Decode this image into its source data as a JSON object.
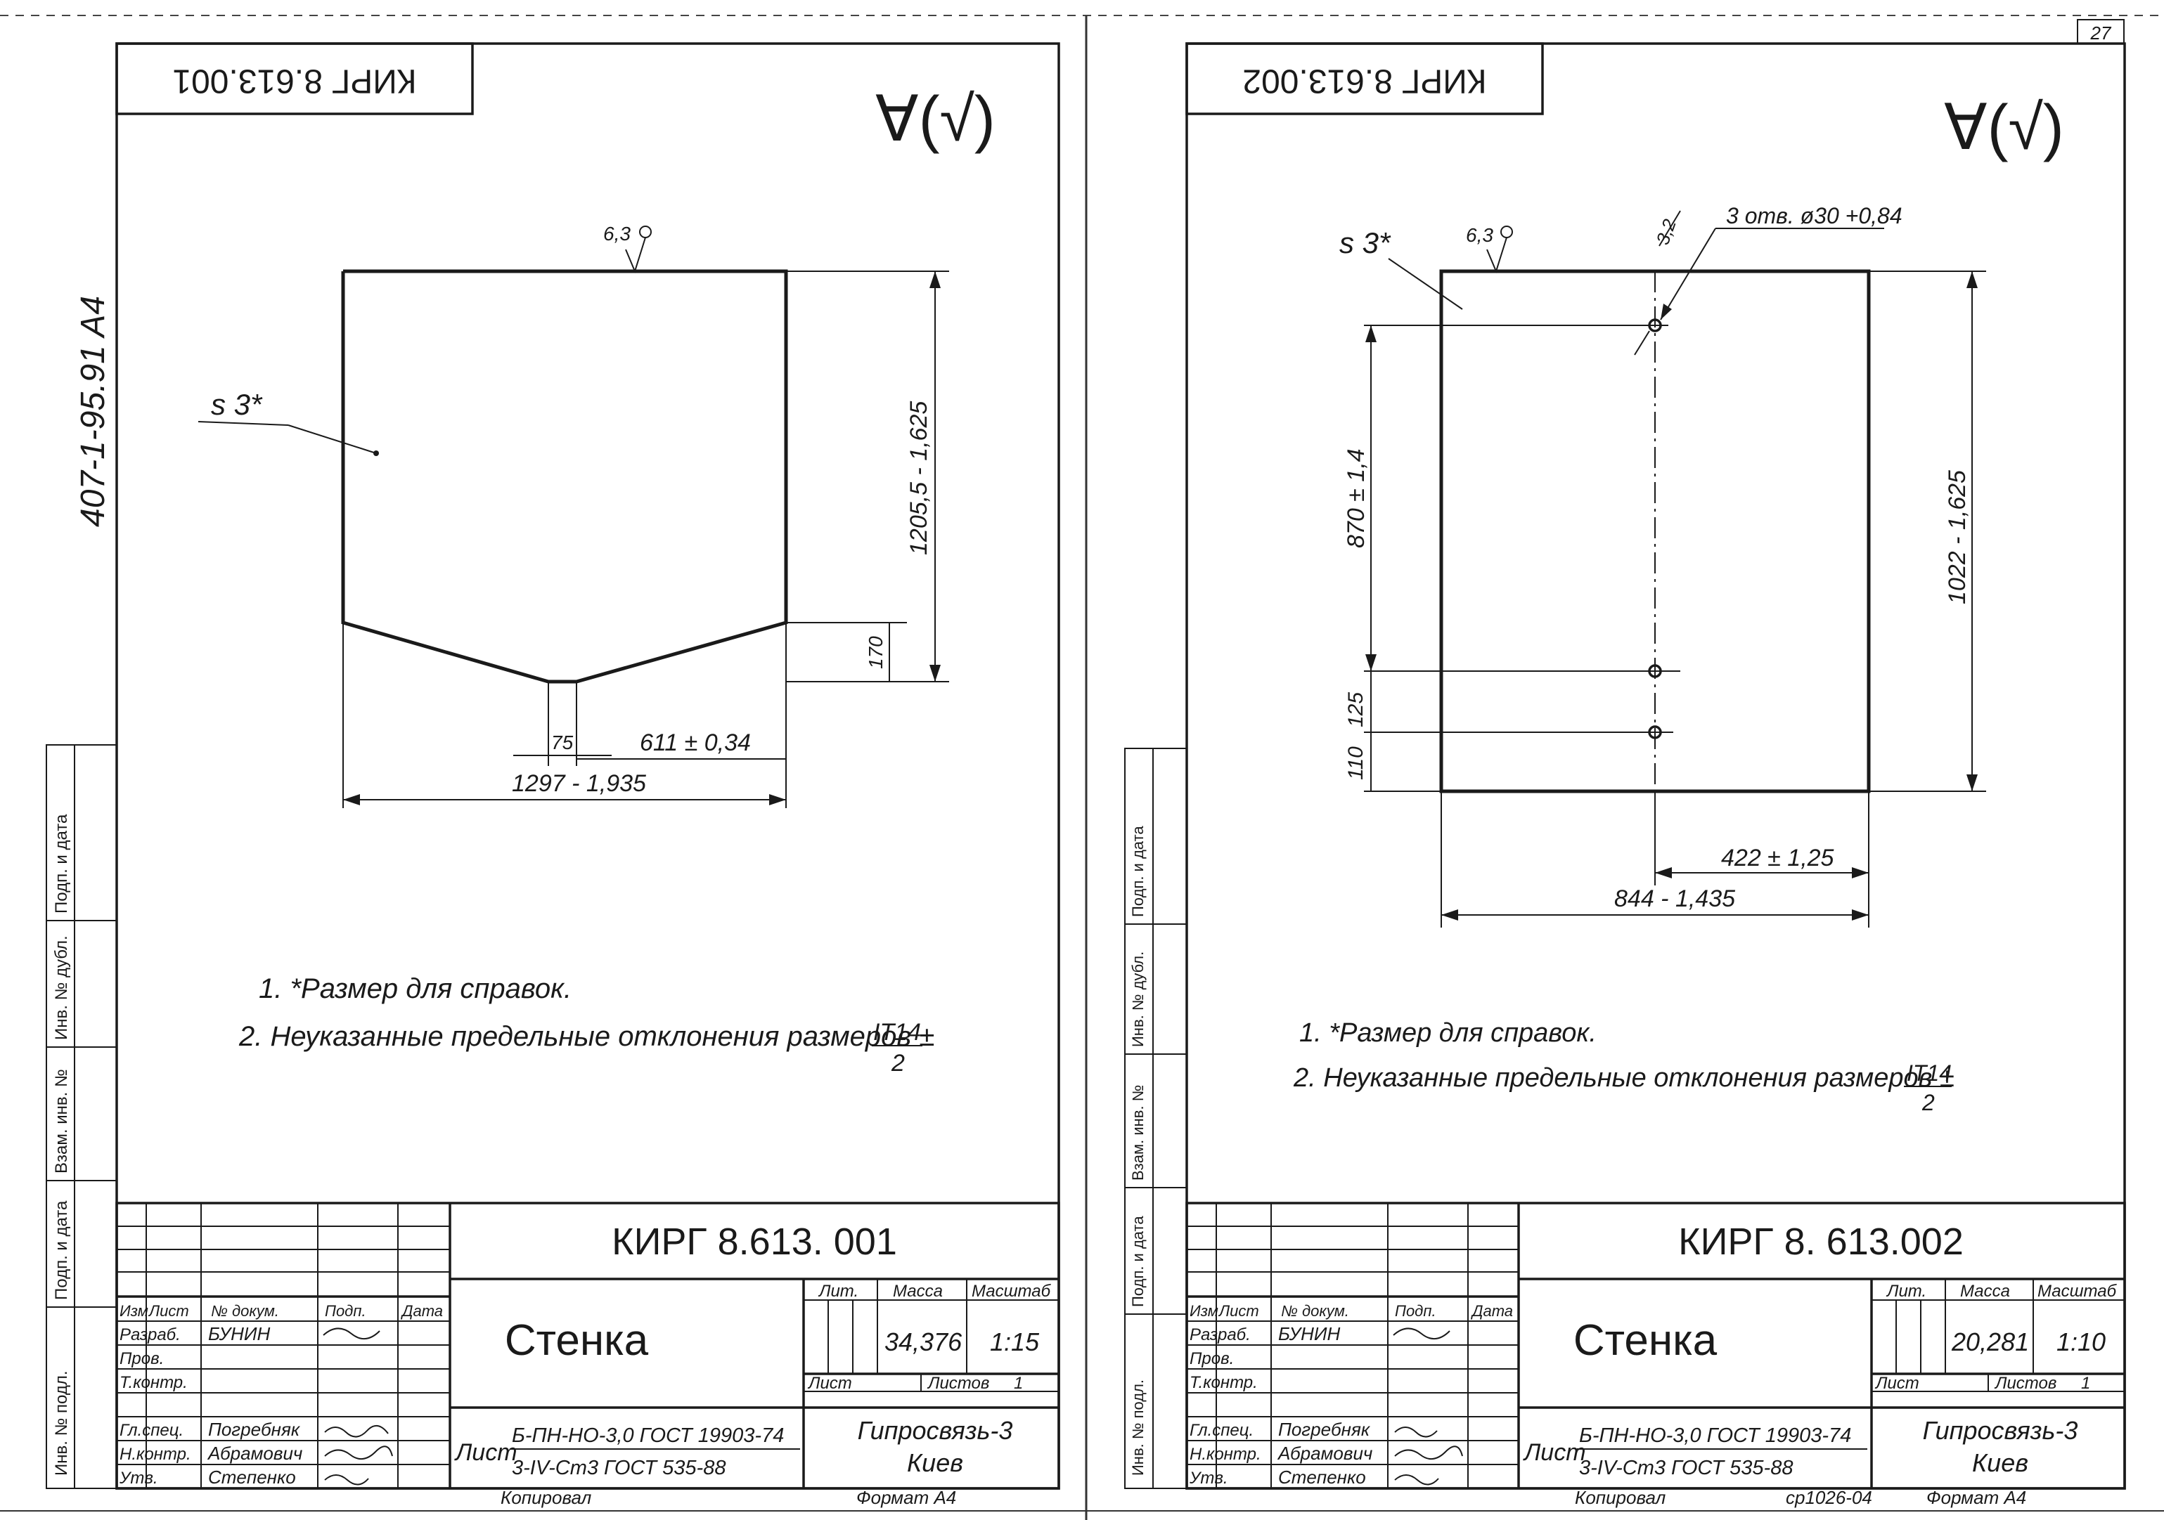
{
  "page_number": "27",
  "side_code": "407-1-95.91  A4",
  "left_margin_labels": [
    "Инв. № подл.",
    "Подп. и дата",
    "Взам. инв. №",
    "Инв. № дубл.",
    "Подп. и дата"
  ],
  "surface_mark": "∀(√)",
  "sheets": [
    {
      "id": "left",
      "top_code": "КИРГ 8.613.001",
      "material_note": "s 3*",
      "roughness_label": "6,3",
      "dimensions": {
        "height": "1205,5 - 1,625",
        "side": "170",
        "width": "1297 - 1,935",
        "gap": "75",
        "offset": "611 ± 0,34"
      },
      "notes": [
        "1. *Размер для справок.",
        "2. Неуказанные предельные отклонения размеров ±",
        "IT14",
        "2"
      ],
      "title_block": {
        "code": "КИРГ 8.613. 001",
        "name": "Стенка",
        "headers": [
          "Изм",
          "Лист",
          "№ докум.",
          "Подп.",
          "Дата"
        ],
        "roles": [
          "Разраб.",
          "Пров.",
          "Т.контр.",
          "Гл.спец.",
          "Н.контр.",
          "Утв."
        ],
        "names": [
          "БУНИН",
          "",
          "",
          "Погребняк",
          "Абрамович",
          "Степенко"
        ],
        "lit_label": "Лит.",
        "mass_label": "Масса",
        "scale_label": "Масштаб",
        "mass": "34,376",
        "scale": "1:15",
        "sheet_label": "Лист",
        "sheets_label": "Листов",
        "sheets_count": "1",
        "material_prefix": "Лист",
        "material_line1": "Б-ПН-НО-3,0 ГОСТ 19903-74",
        "material_line2": "3-IV-Ст3 ГОСТ 535-88",
        "org_line1": "Гипросвязь-3",
        "org_line2": "Киев",
        "bottom_left": "Копировал",
        "bottom_right": "Формат  А4"
      }
    },
    {
      "id": "right",
      "top_code": "КИРГ 8.613.002",
      "material_note": "s 3*",
      "roughness_label": "6,3",
      "hole_callout": "3 отв. ø30 +0,84",
      "hole_roughness": "3,2",
      "dimensions": {
        "vertical_hole": "870 ± 1,4",
        "height": "1022 - 1,625",
        "spacing": "125",
        "bottom": "110",
        "half_width": "422 ± 1,25",
        "width": "844 - 1,435"
      },
      "notes": [
        "1. *Размер для справок.",
        "2. Неуказанные предельные отклонения размеров ±",
        "IT14",
        "2"
      ],
      "title_block": {
        "code": "КИРГ 8. 613.002",
        "name": "Стенка",
        "headers": [
          "Изм",
          "Лист",
          "№ докум.",
          "Подп.",
          "Дата"
        ],
        "roles": [
          "Разраб.",
          "Пров.",
          "Т.контр.",
          "Гл.спец.",
          "Н.контр.",
          "Утв."
        ],
        "names": [
          "БУНИН",
          "",
          "",
          "Погребняк",
          "Абрамович",
          "Степенко"
        ],
        "lit_label": "Лит.",
        "mass_label": "Масса",
        "scale_label": "Масштаб",
        "mass": "20,281",
        "scale": "1:10",
        "sheet_label": "Лист",
        "sheets_label": "Листов",
        "sheets_count": "1",
        "material_prefix": "Лист",
        "material_line1": "Б-ПН-НО-3,0 ГОСТ 19903-74",
        "material_line2": "3-IV-Ст3 ГОСТ 535-88",
        "org_line1": "Гипросвязь-3",
        "org_line2": "Киев",
        "bottom_left": "Копировал",
        "bottom_mid": "ср1026-04",
        "bottom_right": "Формат  А4"
      }
    }
  ]
}
